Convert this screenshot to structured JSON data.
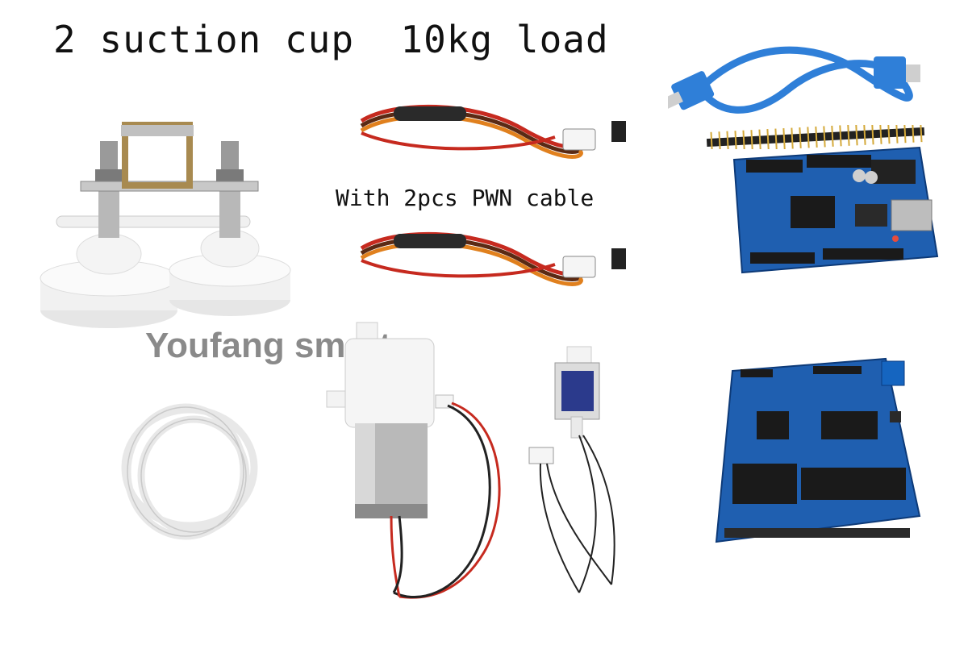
{
  "header": {
    "title": "2 suction cup  10kg load"
  },
  "captions": {
    "cables": "With 2pcs PWN cable"
  },
  "watermark": {
    "text": "Youfang smart"
  },
  "products": [
    {
      "id": "suction-cup-bracket",
      "icon": "suction-cup-icon"
    },
    {
      "id": "pwm-cable-1",
      "icon": "servo-cable-icon"
    },
    {
      "id": "pwm-cable-2",
      "icon": "servo-cable-icon"
    },
    {
      "id": "usb-cable",
      "icon": "usb-cable-icon"
    },
    {
      "id": "pin-header",
      "icon": "pin-header-icon"
    },
    {
      "id": "uno-board",
      "icon": "circuit-board-icon"
    },
    {
      "id": "silicone-tube",
      "icon": "tube-icon"
    },
    {
      "id": "air-pump",
      "icon": "pump-icon"
    },
    {
      "id": "solenoid-valve",
      "icon": "valve-icon"
    },
    {
      "id": "sensor-shield",
      "icon": "circuit-board-icon"
    }
  ],
  "colors": {
    "board_blue": "#1f5fb0",
    "cable_red": "#c62a1f",
    "cable_orange": "#e0801e",
    "cable_brown": "#5a2a14",
    "usb_blue": "#2f7fd8",
    "silicone_white": "#f1f1f1"
  }
}
